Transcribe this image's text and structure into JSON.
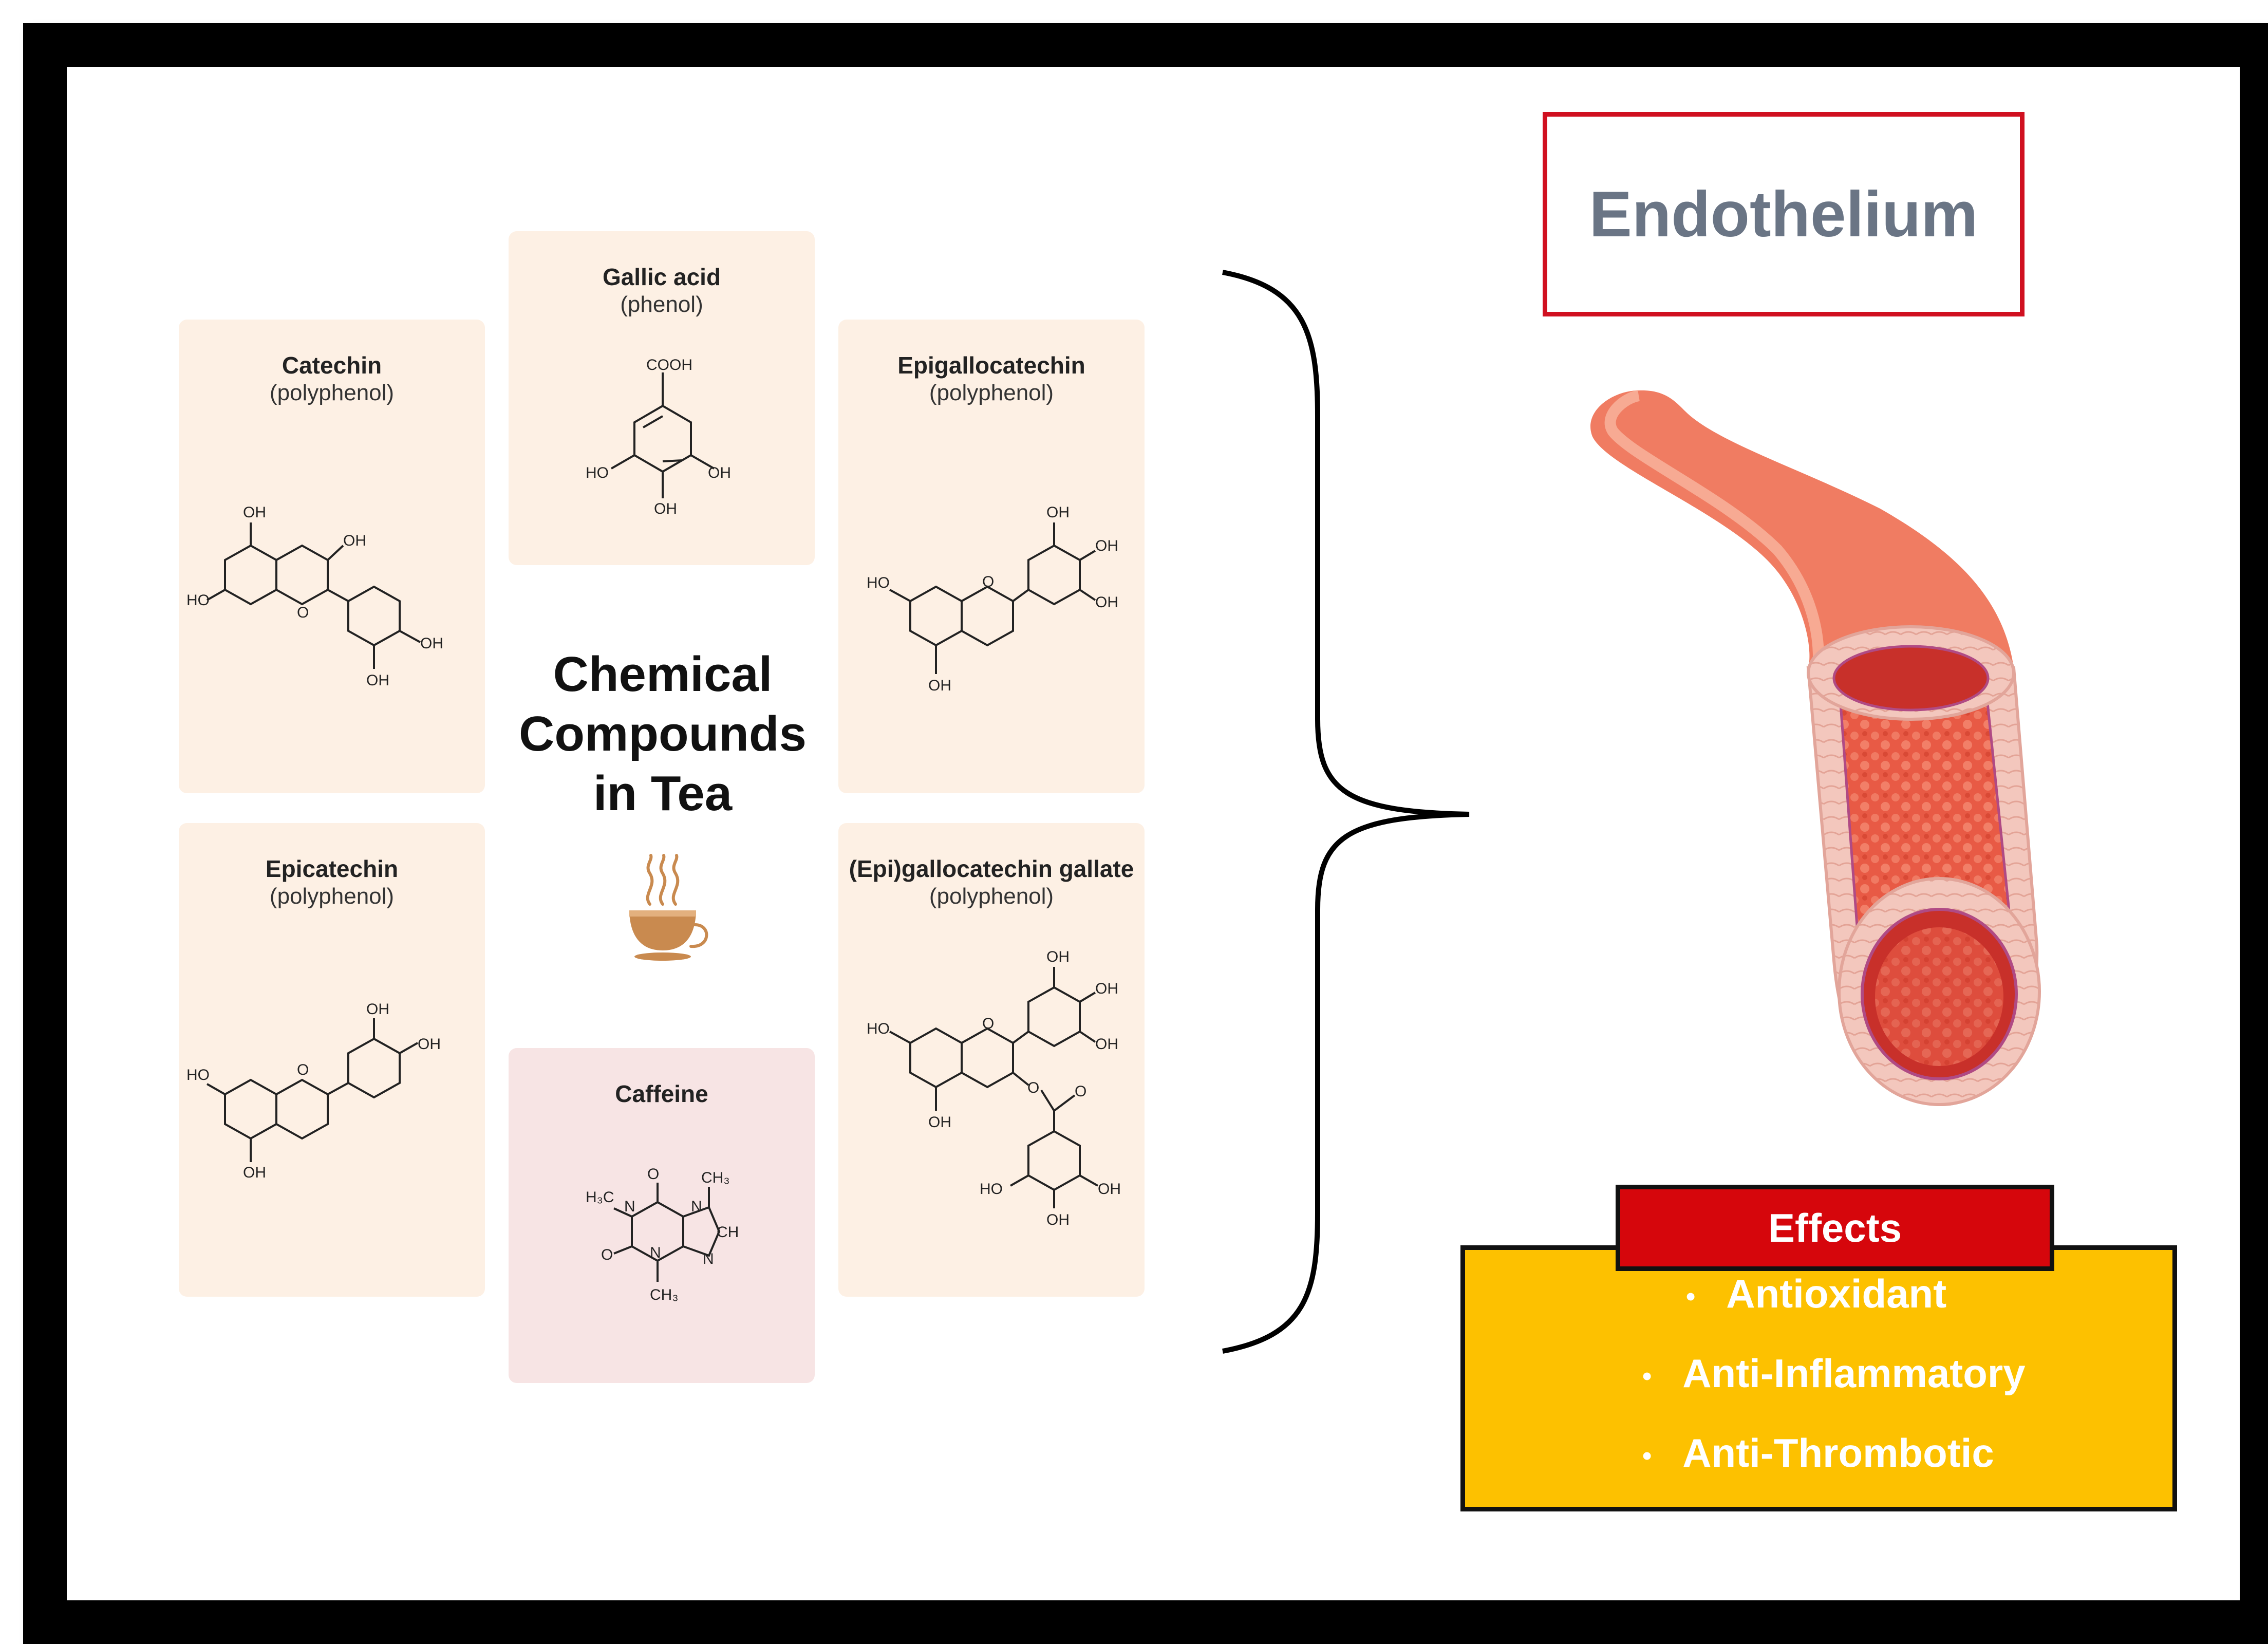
{
  "center_title": [
    "Chemical",
    "Compounds",
    "in Tea"
  ],
  "compounds": [
    {
      "name": "Gallic acid",
      "class": "(phenol)"
    },
    {
      "name": "Catechin",
      "class": "(polyphenol)"
    },
    {
      "name": "Epigallocatechin",
      "class": "(polyphenol)"
    },
    {
      "name": "Epicatechin",
      "class": "(polyphenol)"
    },
    {
      "name": "(Epi)gallocatechin gallate",
      "class": "(polyphenol)"
    },
    {
      "name": "Caffeine",
      "class": ""
    }
  ],
  "molecule_labels": {
    "oh": "OH",
    "ho": "HO",
    "o": "O",
    "cooh": "COOH",
    "ch3": "CH₃",
    "h3c": "H₃C",
    "n": "N",
    "ch": "CH"
  },
  "target_label": "Endothelium",
  "effects": {
    "header": "Effects",
    "bullet": "•",
    "items": [
      "Antioxidant",
      "Anti-Inflammatory",
      "Anti-Thrombotic"
    ]
  },
  "colors": {
    "card_bg": "#fdf0e4",
    "caffeine_card_bg": "#f7e4e4",
    "endothelium_border": "#d01020",
    "effects_header": "#d6060c",
    "effects_box": "#fdc100",
    "cup": "#c98a4f"
  }
}
